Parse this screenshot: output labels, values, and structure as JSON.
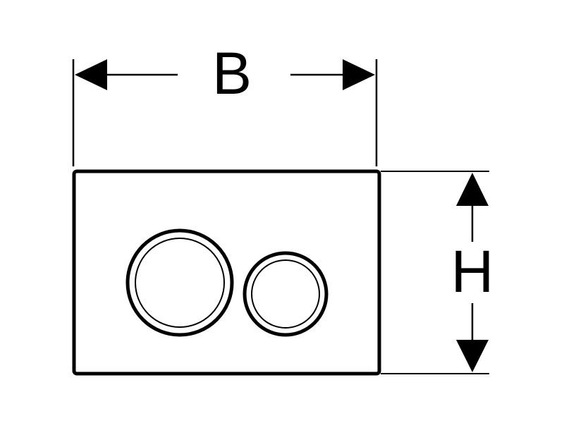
{
  "dimensions": {
    "width_label": "B",
    "height_label": "H"
  },
  "colors": {
    "stroke": "#000000",
    "background": "#ffffff"
  },
  "parts": {
    "plate": "plate",
    "large_button": "large-flush-button",
    "small_button": "small-flush-button"
  }
}
